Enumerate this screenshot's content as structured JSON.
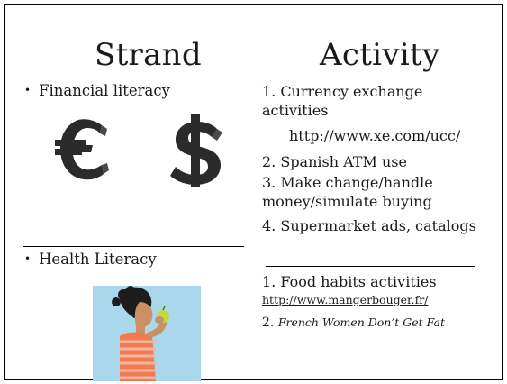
{
  "slide": {
    "left_heading": "Strand",
    "right_heading": "Activity",
    "left_bullets": [
      "Financial literacy",
      "Health Literacy"
    ],
    "right_items": {
      "a1_text": "1. Currency exchange activities",
      "a1_link": "http://www.xe.com/ucc/",
      "a2_text": "2. Spanish ATM use",
      "a3_text": "3. Make change/handle money/simulate buying",
      "a4_text": "4. Supermarket ads, catalogs",
      "a5_text": "1. Food habits activities",
      "a5_link": "http://www.mangerbouger.fr/",
      "a6_num": "2. ",
      "a6_title": "French Women Don’t Get Fat"
    },
    "icons": [
      "euro-icon",
      "dollar-icon",
      "woman-eating-apple-image"
    ],
    "colors": {
      "text": "#1a1a1a",
      "border": "#000000",
      "icon_dark": "#2b2b2b",
      "image_bg": "#a9d7ec",
      "apple": "#c7d93b"
    }
  }
}
